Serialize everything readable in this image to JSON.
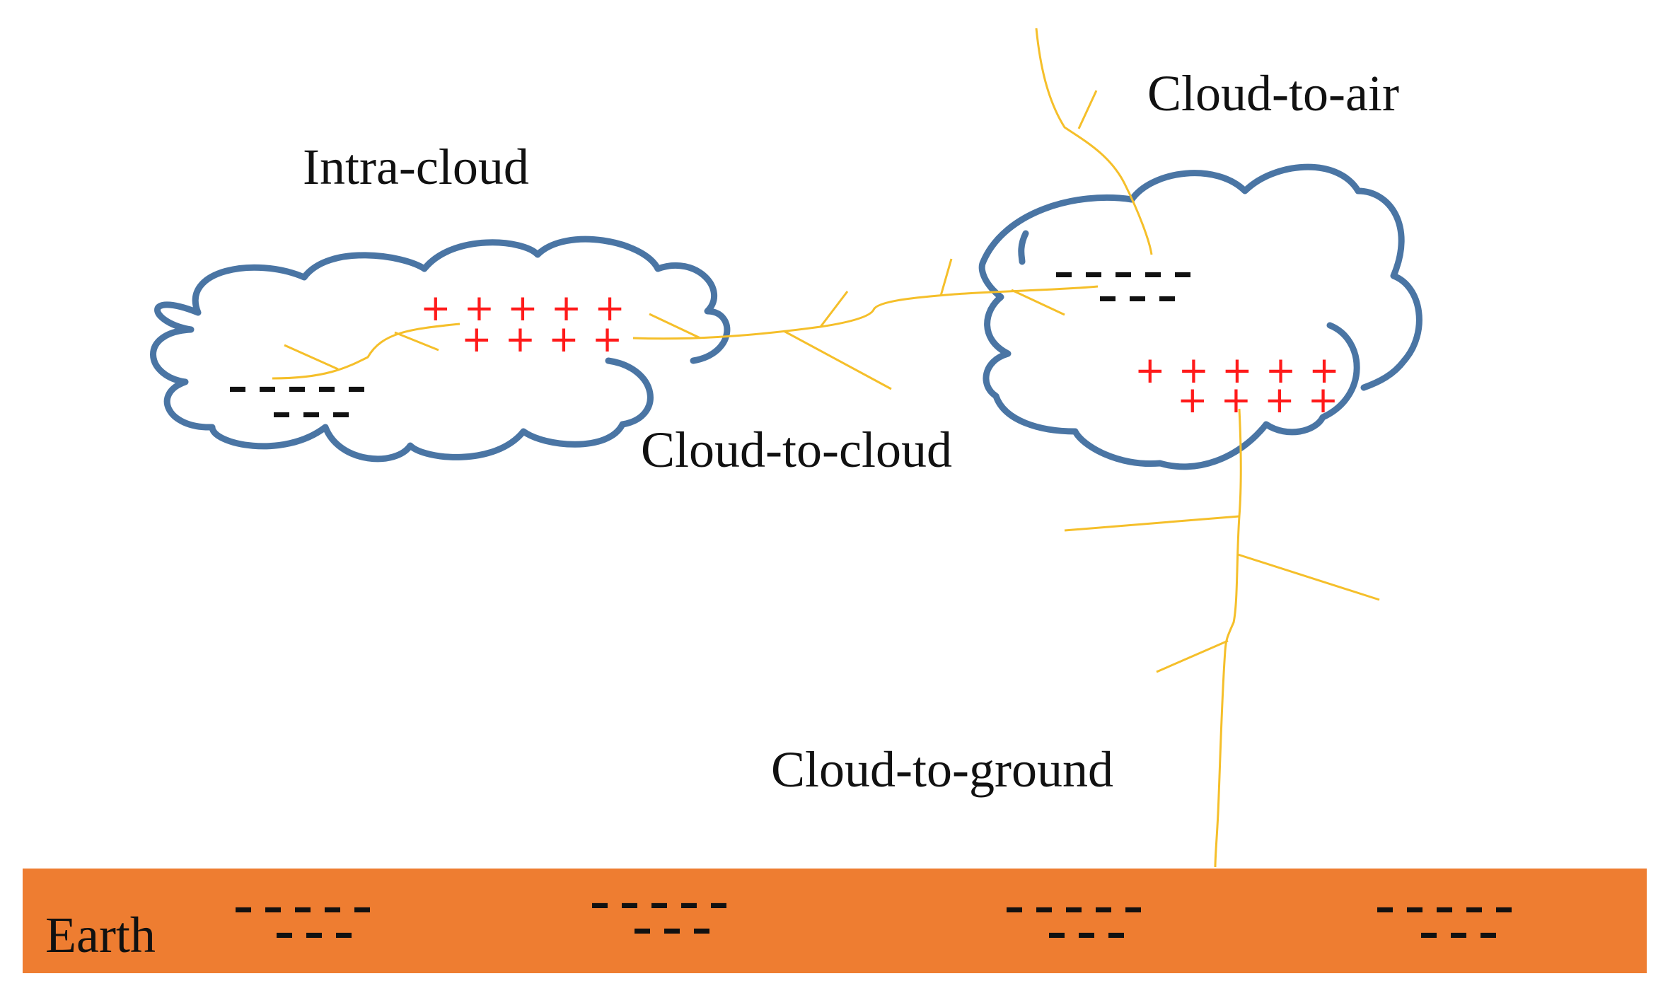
{
  "labels": {
    "intra_cloud": "Intra-cloud",
    "cloud_to_air": "Cloud-to-air",
    "cloud_to_cloud": "Cloud-to-cloud",
    "cloud_to_ground": "Cloud-to-ground",
    "earth": "Earth"
  },
  "charges": {
    "plus_row_5": "+++++",
    "plus_row_4": "++++",
    "minus_row_5": "–––––",
    "minus_row_3": "–––"
  },
  "colors": {
    "cloud_outline": "#4a75a4",
    "lightning": "#f5bf2a",
    "earth": "#ee7d31",
    "positive_charge": "#ff1a1a",
    "negative_charge": "#111111",
    "text": "#111111"
  }
}
